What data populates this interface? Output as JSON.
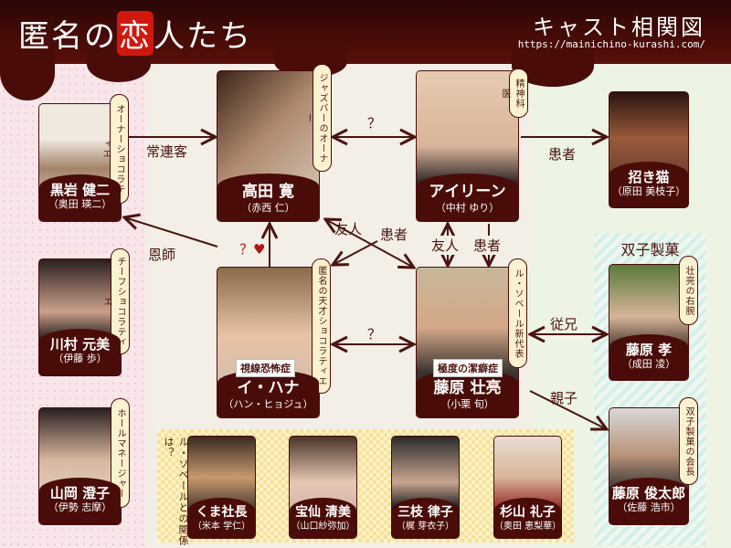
{
  "header": {
    "title_pre": "匿名の",
    "title_koi": "恋",
    "title_post": "人たち",
    "subtitle": "キャスト相関図",
    "url": "https://mainichino-kurashi.com/"
  },
  "colors": {
    "maroon": "#4a0c08",
    "tag_bg": "#fdf2cf",
    "accent_red": "#d0180f"
  },
  "characters": {
    "kuroiwa": {
      "name": "黒岩 健二",
      "actor": "（奥田 瑛二）",
      "tag": "オーナーショコラティエ"
    },
    "takada": {
      "name": "高田 寛",
      "actor": "（赤西 仁）",
      "tag": "ジャズバーのオーナー"
    },
    "irene": {
      "name": "アイリーン",
      "actor": "（中村 ゆり）",
      "tag": "精神科医"
    },
    "manekineko": {
      "name": "招き猫",
      "actor": "（原田 美枝子）"
    },
    "kawamura": {
      "name": "川村 元美",
      "actor": "（伊藤 歩）",
      "tag": "チーフショコラティエ"
    },
    "hana": {
      "name": "イ・ハナ",
      "actor": "（ハン・ヒョジュ）",
      "tag": "匿名の天才ショコラティエ",
      "badge": "視線恐怖症"
    },
    "sosuke": {
      "name": "藤原 壮亮",
      "actor": "（小栗 旬）",
      "tag": "ル・ソベール新代表",
      "badge": "極度の潔癖症"
    },
    "takashi": {
      "name": "藤原 孝",
      "actor": "（成田 凌）",
      "tag": "壮亮の右腕"
    },
    "shuntaro": {
      "name": "藤原 俊太郎",
      "actor": "（佐藤 浩市）",
      "tag": "双子製菓の会長"
    },
    "yamaoka": {
      "name": "山岡 澄子",
      "actor": "（伊勢 志摩）",
      "tag": "ホールマネージャー"
    }
  },
  "groups": {
    "twins": "双子製菓",
    "unknown": "ル・ソベールとの関係は？"
  },
  "others": [
    {
      "name": "くま社長",
      "actor": "（米本 学仁）"
    },
    {
      "name": "宝仙 清美",
      "actor": "（山口紗弥加）"
    },
    {
      "name": "三枝 律子",
      "actor": "（梶 芽衣子）"
    },
    {
      "name": "杉山 礼子",
      "actor": "（奥田 恵梨華）"
    }
  ],
  "relations": {
    "kuroiwa_takada": "常連客",
    "takada_irene": "？",
    "irene_maneki": "患者",
    "hana_kuroiwa": "恩師",
    "hana_takada": "？",
    "heart": "♥",
    "takada_sosuke": "友人",
    "irene_hana": "患者",
    "irene_sosuke_friend": "友人",
    "irene_sosuke_patient": "患者",
    "hana_sosuke": "？",
    "sosuke_takashi": "従兄",
    "sosuke_shuntaro": "親子"
  }
}
